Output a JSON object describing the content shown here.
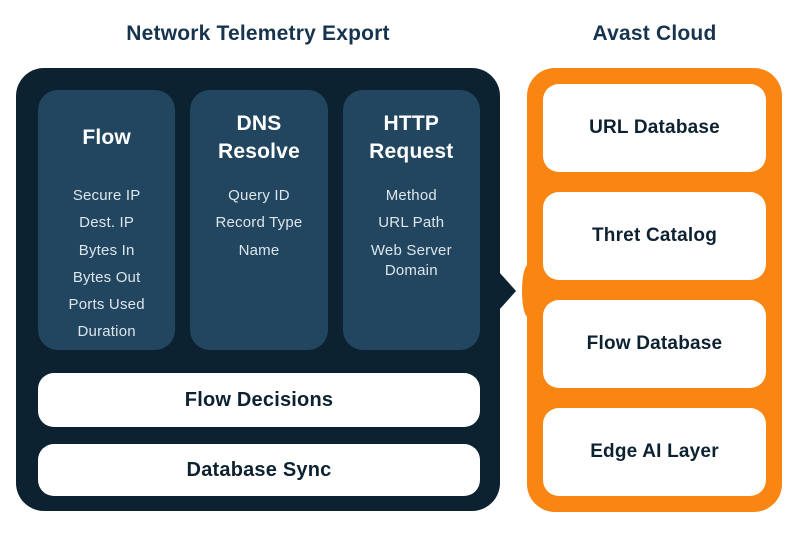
{
  "titles": {
    "left": "Network Telemetry Export",
    "right": "Avast Cloud"
  },
  "telemetry_panel": {
    "columns": [
      {
        "heading": "Flow",
        "items": [
          "Secure IP",
          "Dest. IP",
          "Bytes In",
          "Bytes Out",
          "Ports Used",
          "Duration"
        ]
      },
      {
        "heading": "DNS Resolve",
        "items": [
          "Query ID",
          "Record Type",
          "Name"
        ]
      },
      {
        "heading": "HTTP Request",
        "items": [
          "Method",
          "URL Path",
          "Web Server Domain"
        ]
      }
    ],
    "bars": [
      "Flow Decisions",
      "Database Sync"
    ]
  },
  "cloud_panel": {
    "boxes": [
      "URL Database",
      "Thret Catalog",
      "Flow Database",
      "Edge AI Layer"
    ]
  },
  "colors": {
    "panel_dark_navy": "#0d2231",
    "column_slate": "#22465f",
    "accent_orange": "#f98512",
    "title_navy": "#17344f",
    "item_text": "#dce5eb",
    "box_white": "#ffffff"
  }
}
